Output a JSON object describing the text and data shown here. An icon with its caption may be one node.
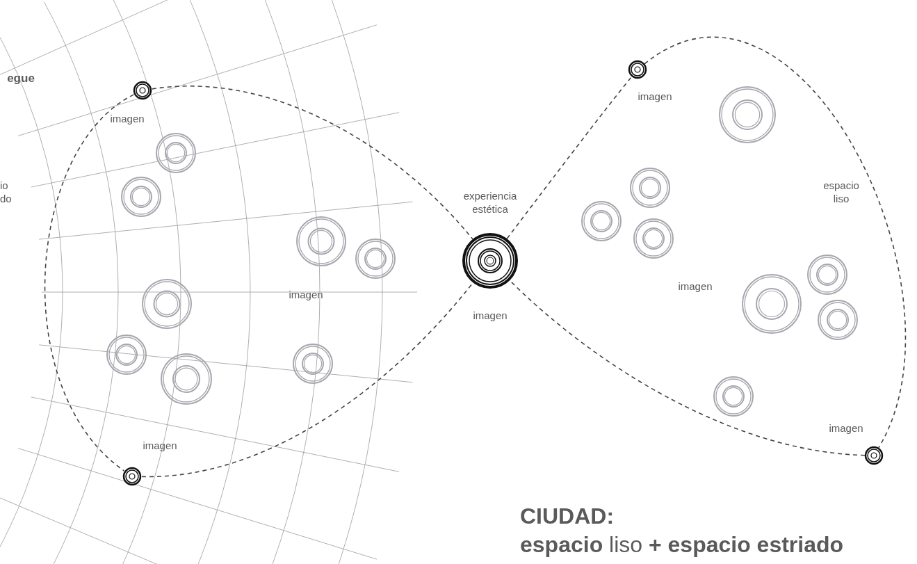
{
  "diagram": {
    "title": "CIUDAD:",
    "caption": "**espacio** liso **+ espacio estriado**",
    "nodes": [
      {
        "text": [],
        "shape": "circle",
        "beside": [
          "imagen"
        ]
      },
      {
        "text": [],
        "shape": "circle",
        "beside": [
          "experiencia estética",
          "imagen"
        ]
      },
      {
        "text": [],
        "shape": "circle",
        "beside": [
          "imagen"
        ]
      },
      {
        "text": [],
        "shape": "circle",
        "beside": [
          "imagen"
        ]
      },
      {
        "text": [],
        "shape": "circle",
        "beside": [
          "imagen"
        ]
      },
      {
        "text": [],
        "shape": "circle"
      },
      {
        "text": [],
        "shape": "circle"
      },
      {
        "text": [],
        "shape": "circle"
      },
      {
        "text": [],
        "shape": "circle"
      },
      {
        "text": [],
        "shape": "circle"
      },
      {
        "text": [],
        "shape": "circle"
      },
      {
        "text": [],
        "shape": "circle"
      },
      {
        "text": [],
        "shape": "circle"
      },
      {
        "text": [],
        "shape": "circle"
      },
      {
        "text": [],
        "shape": "circle"
      },
      {
        "text": [],
        "shape": "circle"
      },
      {
        "text": [],
        "shape": "circle"
      },
      {
        "text": [],
        "shape": "circle"
      },
      {
        "text": [],
        "shape": "circle"
      },
      {
        "text": [],
        "shape": "circle"
      },
      {
        "text": [],
        "shape": "circle"
      }
    ],
    "edges": [
      {
        "from": 0,
        "to": 1,
        "arrow": "none",
        "style": "dashed"
      },
      {
        "from": 0,
        "to": 2,
        "arrow": "none",
        "style": "dashed"
      },
      {
        "from": 2,
        "to": 1,
        "arrow": "none",
        "style": "dashed"
      },
      {
        "from": 1,
        "to": 3,
        "arrow": "none",
        "style": "dashed"
      },
      {
        "from": 3,
        "to": 4,
        "arrow": "none",
        "style": "dashed"
      },
      {
        "from": 4,
        "to": 1,
        "arrow": "none",
        "style": "dashed"
      }
    ],
    "labels": [
      "egue",
      "io do",
      "imagen",
      "espacio liso",
      "imagen"
    ]
  }
}
